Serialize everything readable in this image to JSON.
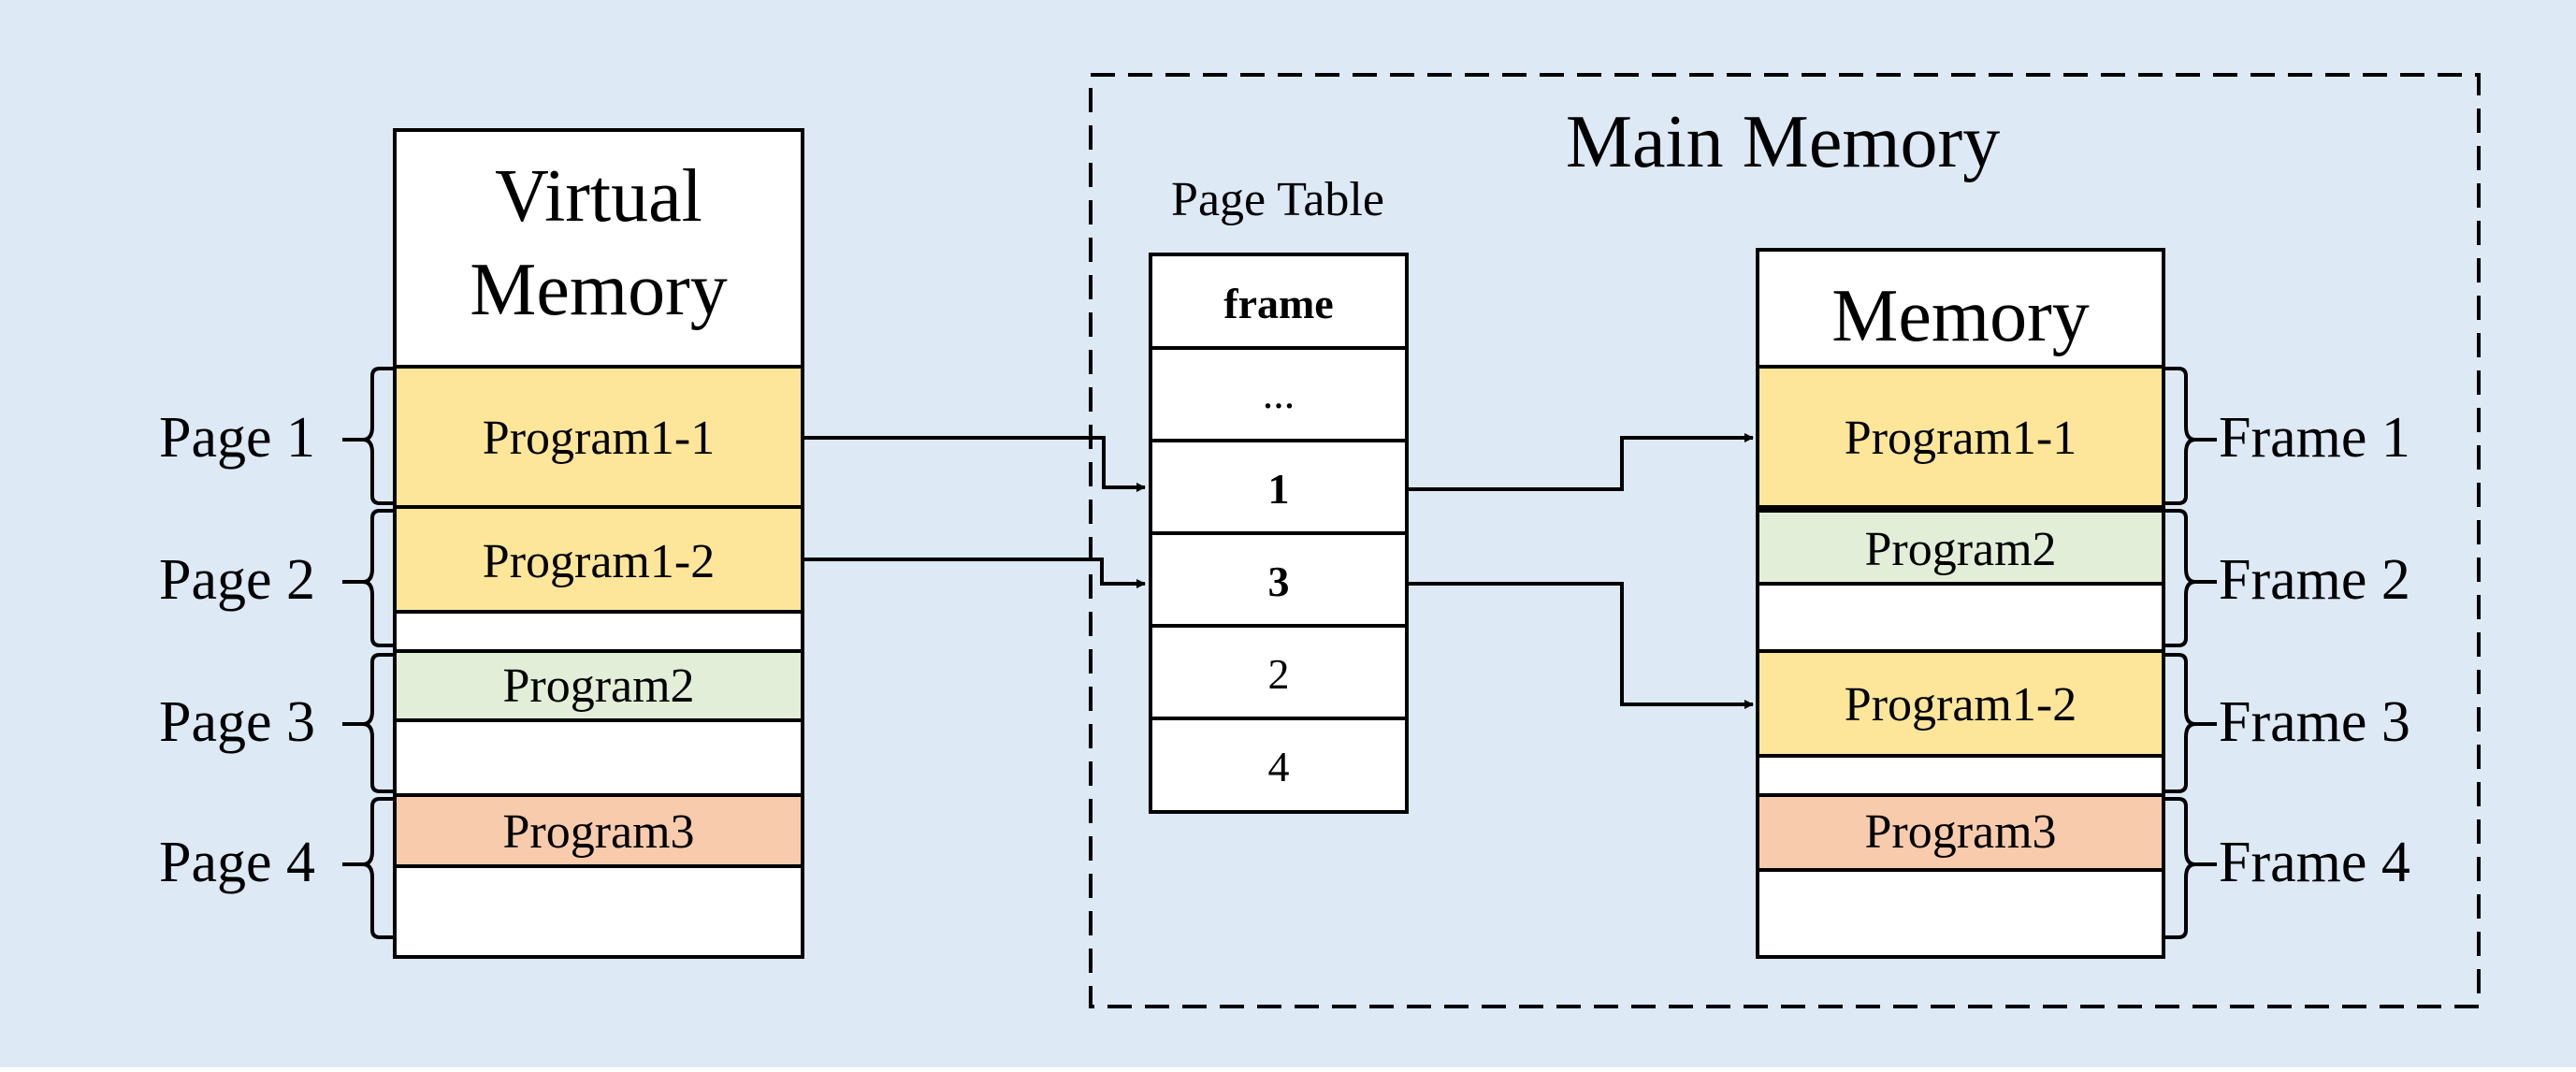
{
  "colors": {
    "background": "#dde9f5",
    "box_fill": "#ffffff",
    "program1": "#fde69a",
    "program2": "#e2eed7",
    "program3": "#f8cbad",
    "line": "#000000"
  },
  "virtual_memory": {
    "title_line1": "Virtual",
    "title_line2": "Memory",
    "pages": [
      {
        "label": "Page 1",
        "program": "Program1-1",
        "color": "program1"
      },
      {
        "label": "Page 2",
        "program": "Program1-2",
        "color": "program1"
      },
      {
        "label": "Page 3",
        "program": "Program2",
        "color": "program2"
      },
      {
        "label": "Page 4",
        "program": "Program3",
        "color": "program3"
      }
    ]
  },
  "main_memory": {
    "title": "Main Memory",
    "page_table": {
      "title": "Page Table",
      "header": "frame",
      "rows": [
        "...",
        "1",
        "3",
        "2",
        "4"
      ],
      "bold_rows": [
        "1",
        "3"
      ]
    },
    "memory": {
      "title": "Memory",
      "frames": [
        {
          "label": "Frame 1",
          "program": "Program1-1",
          "color": "program1"
        },
        {
          "label": "Frame 2",
          "program": "Program2",
          "color": "program2"
        },
        {
          "label": "Frame 3",
          "program": "Program1-2",
          "color": "program1"
        },
        {
          "label": "Frame 4",
          "program": "Program3",
          "color": "program3"
        }
      ]
    }
  },
  "mappings": [
    {
      "from_page": "Page 1",
      "table_entry": "1",
      "to_frame": "Frame 1"
    },
    {
      "from_page": "Page 2",
      "table_entry": "3",
      "to_frame": "Frame 3"
    }
  ]
}
